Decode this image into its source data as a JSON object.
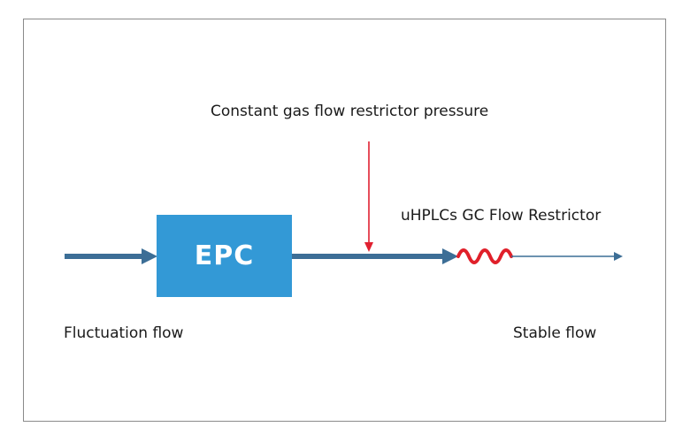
{
  "diagram": {
    "pressure_label": "Constant gas flow restrictor pressure",
    "restrictor_label": "uHPLCs GC Flow Restrictor",
    "epc_label": "EPC",
    "input_label": "Fluctuation flow",
    "output_label": "Stable flow"
  },
  "colors": {
    "main_arrow": "#3c6e96",
    "epc_box": "#3399d6",
    "pressure_arrow": "#e02030",
    "restrictor": "#e0202a",
    "thin_line": "#3c6e96",
    "frame": "#8a8a8a"
  }
}
